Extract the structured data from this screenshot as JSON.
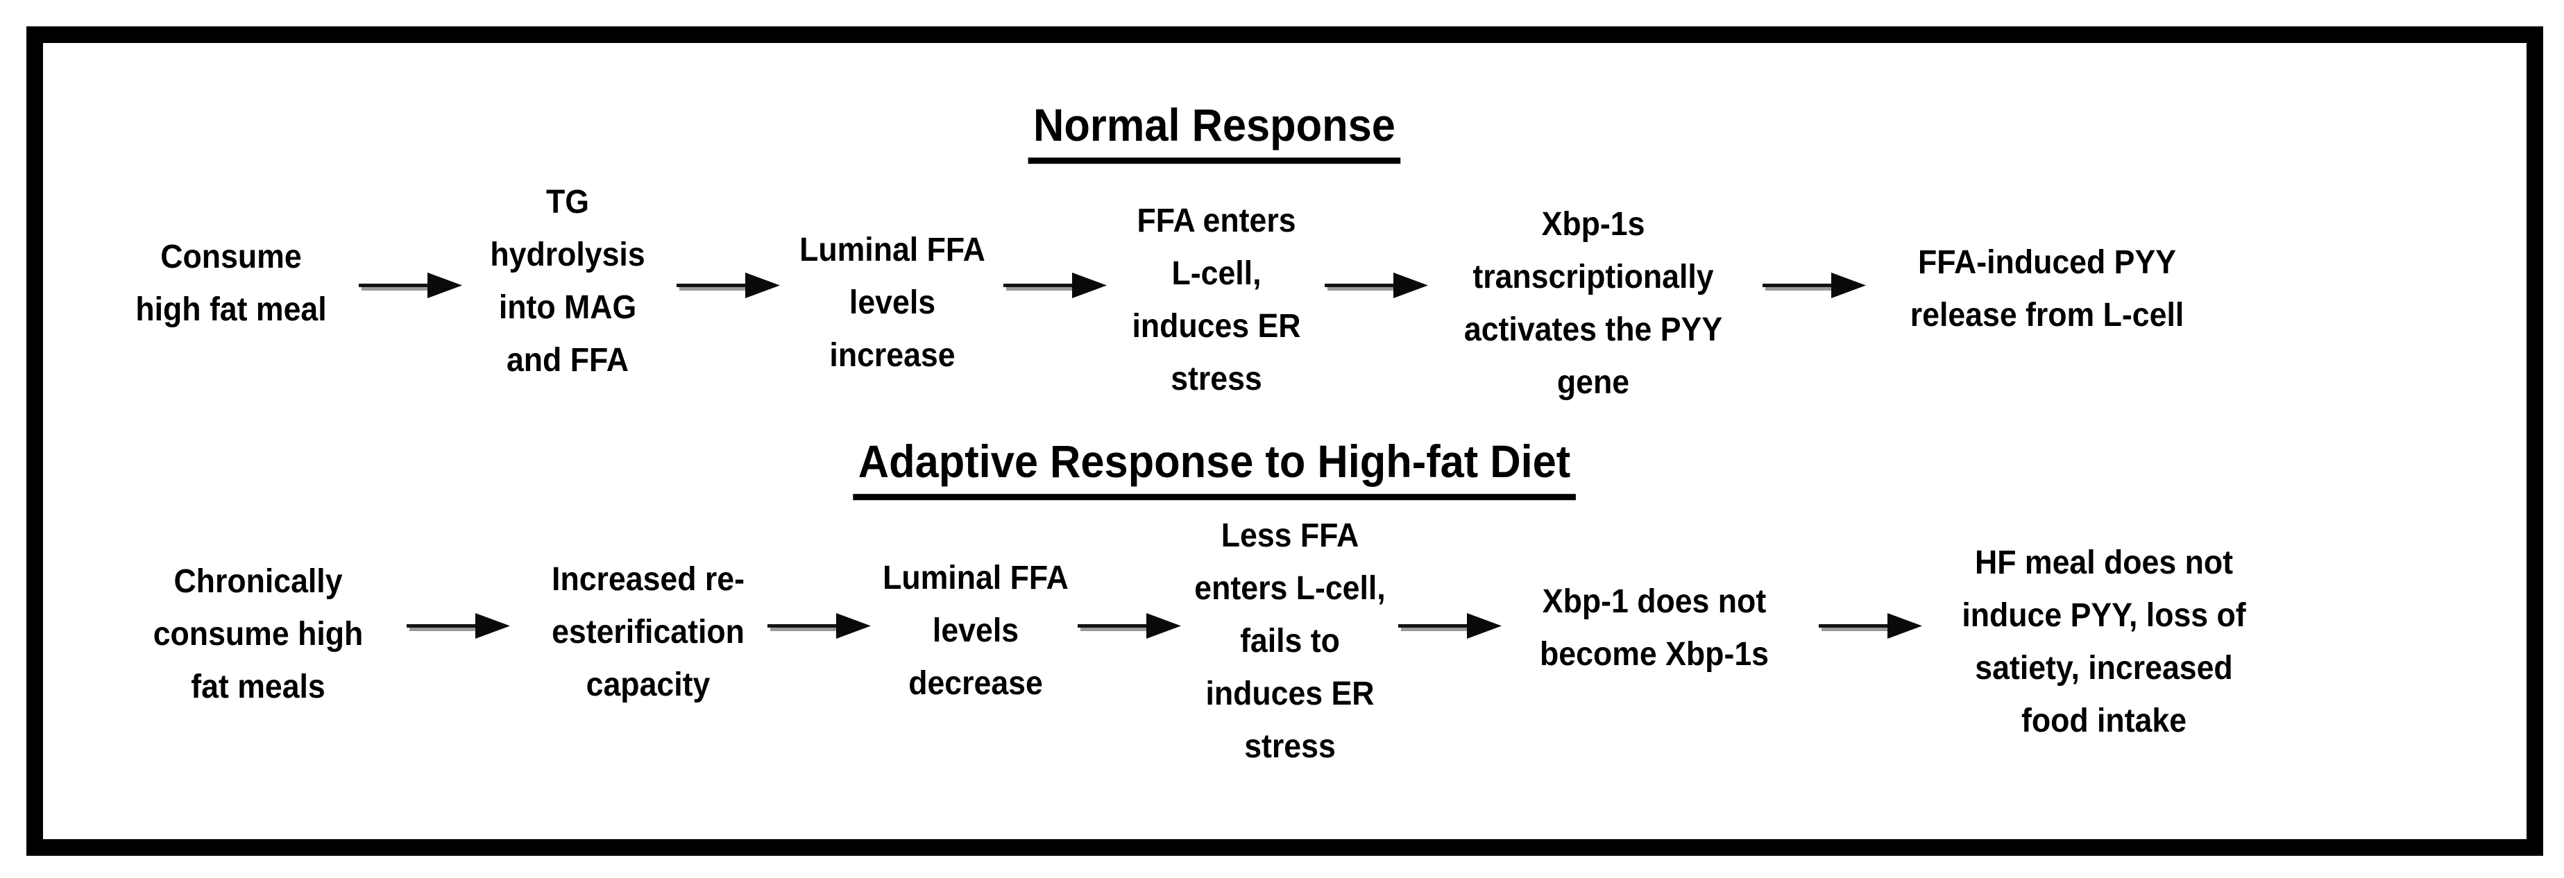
{
  "colors": {
    "background": "#ffffff",
    "frame": "#000000",
    "text": "#000000",
    "arrow": "#111111",
    "arrow_shadow": "#9a9a9a"
  },
  "sections": [
    {
      "title": "Normal Response",
      "steps": [
        {
          "text": "Consume\nhigh fat meal"
        },
        {
          "text": "TG\nhydrolysis\ninto MAG\nand FFA"
        },
        {
          "text": "Luminal FFA\nlevels\nincrease"
        },
        {
          "text": "FFA enters\nL-cell,\ninduces ER\nstress"
        },
        {
          "text": "Xbp-1s\ntranscriptionally\nactivates the PYY\ngene"
        },
        {
          "text": "FFA-induced PYY\nrelease from L-cell"
        }
      ]
    },
    {
      "title": "Adaptive Response to High-fat Diet",
      "steps": [
        {
          "text": "Chronically\nconsume high\nfat meals"
        },
        {
          "text": "Increased re-\nesterification\ncapacity"
        },
        {
          "text": "Luminal FFA\nlevels\ndecrease"
        },
        {
          "text": "Less FFA\nenters L-cell,\nfails to\ninduces ER\nstress"
        },
        {
          "text": "Xbp-1 does not\nbecome Xbp-1s"
        },
        {
          "text": "HF meal does not\ninduce PYY, loss of\nsatiety, increased\nfood intake"
        }
      ]
    }
  ]
}
